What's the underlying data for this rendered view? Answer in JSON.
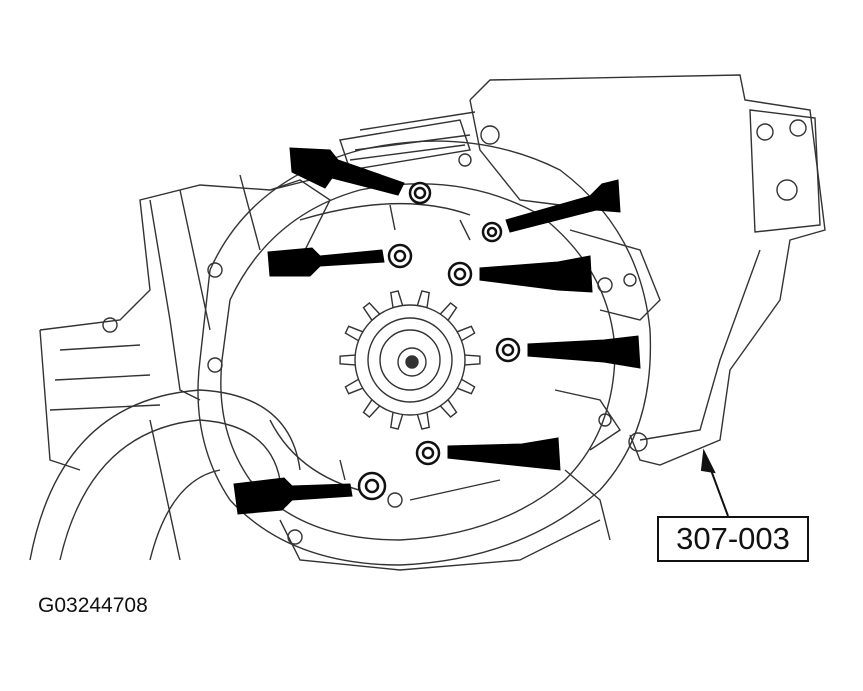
{
  "diagram": {
    "tool_label": "307-003",
    "figure_id": "G03244708",
    "bolt_count": 7,
    "line_color": "#333333",
    "arrow_color": "#000000"
  }
}
